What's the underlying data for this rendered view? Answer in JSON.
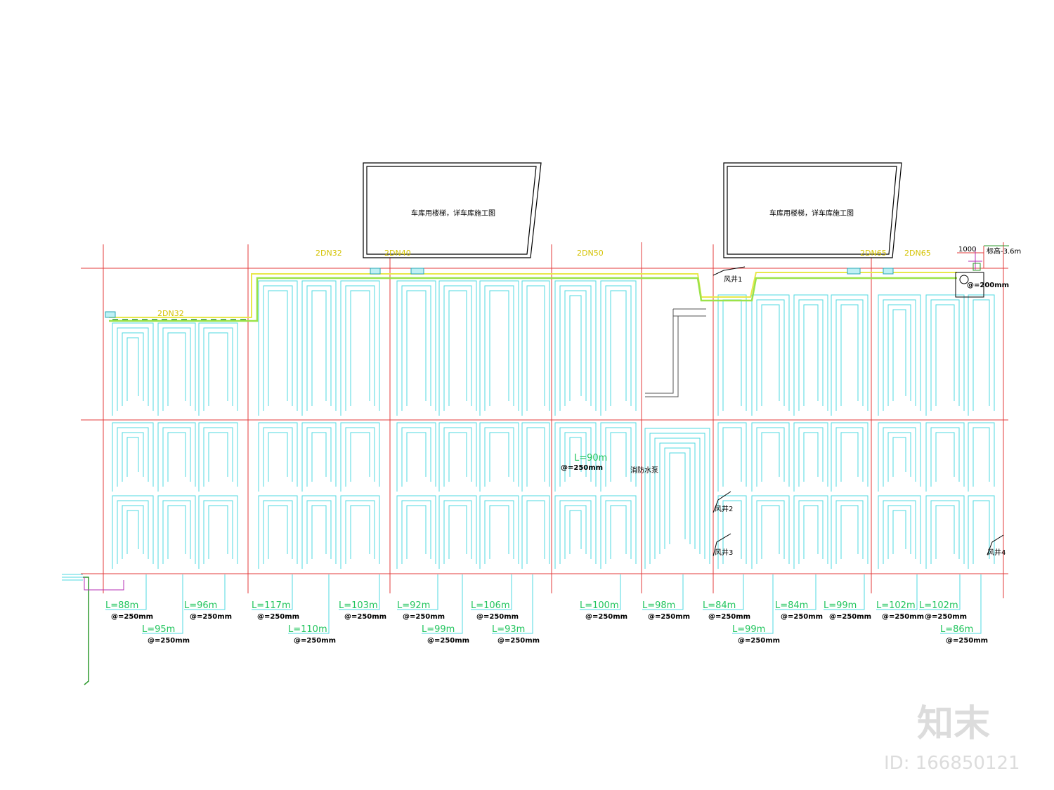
{
  "stair_boxes": [
    {
      "label": "车库用楼梯，详车库施工图"
    },
    {
      "label": "车库用楼梯，详车库施工图"
    }
  ],
  "pipe_labels": [
    "2DN32",
    "2DN40",
    "2DN50",
    "2DN65",
    "2DN65",
    "2DN32"
  ],
  "shafts": [
    "风井1",
    "风井2",
    "风井3",
    "风井4"
  ],
  "center_loop": {
    "length": "L=90m",
    "spacing": "@=250mm"
  },
  "room_note": "消防水泵",
  "corner": {
    "dim": "1000",
    "level": "标高-3.6m",
    "spacing": "@=200mm"
  },
  "loops_row1": [
    {
      "length": "L=88m",
      "spacing": "@=250mm"
    },
    {
      "length": "L=96m",
      "spacing": "@=250mm"
    },
    {
      "length": "L=117m",
      "spacing": "@=250mm"
    },
    {
      "length": "L=103m",
      "spacing": "@=250mm"
    },
    {
      "length": "L=92m",
      "spacing": "@=250mm"
    },
    {
      "length": "L=106m",
      "spacing": "@=250mm"
    },
    {
      "length": "L=100m",
      "spacing": "@=250mm"
    },
    {
      "length": "L=98m",
      "spacing": "@=250mm"
    },
    {
      "length": "L=84m",
      "spacing": "@=250mm"
    },
    {
      "length": "L=84m",
      "spacing": "@=250mm"
    },
    {
      "length": "L=99m",
      "spacing": "@=250mm"
    },
    {
      "length": "L=102m",
      "spacing": "@=250mm"
    },
    {
      "length": "L=102m",
      "spacing": "@=250mm"
    }
  ],
  "loops_row2": [
    {
      "length": "L=95m",
      "spacing": "@=250mm"
    },
    {
      "length": "L=110m",
      "spacing": "@=250mm"
    },
    {
      "length": "L=99m",
      "spacing": "@=250mm"
    },
    {
      "length": "L=93m",
      "spacing": "@=250mm"
    },
    {
      "length": "L=99m",
      "spacing": "@=250mm"
    },
    {
      "length": "L=86m",
      "spacing": "@=250mm"
    }
  ],
  "watermark": {
    "logo": "知末",
    "id": "ID: 166850121"
  },
  "colors": {
    "grid": "#e33b3b",
    "loop": "#4fd8e0",
    "supply": "#9be34a",
    "return": "#e8e84a",
    "label": "#22c55e",
    "frame": "#000000"
  }
}
